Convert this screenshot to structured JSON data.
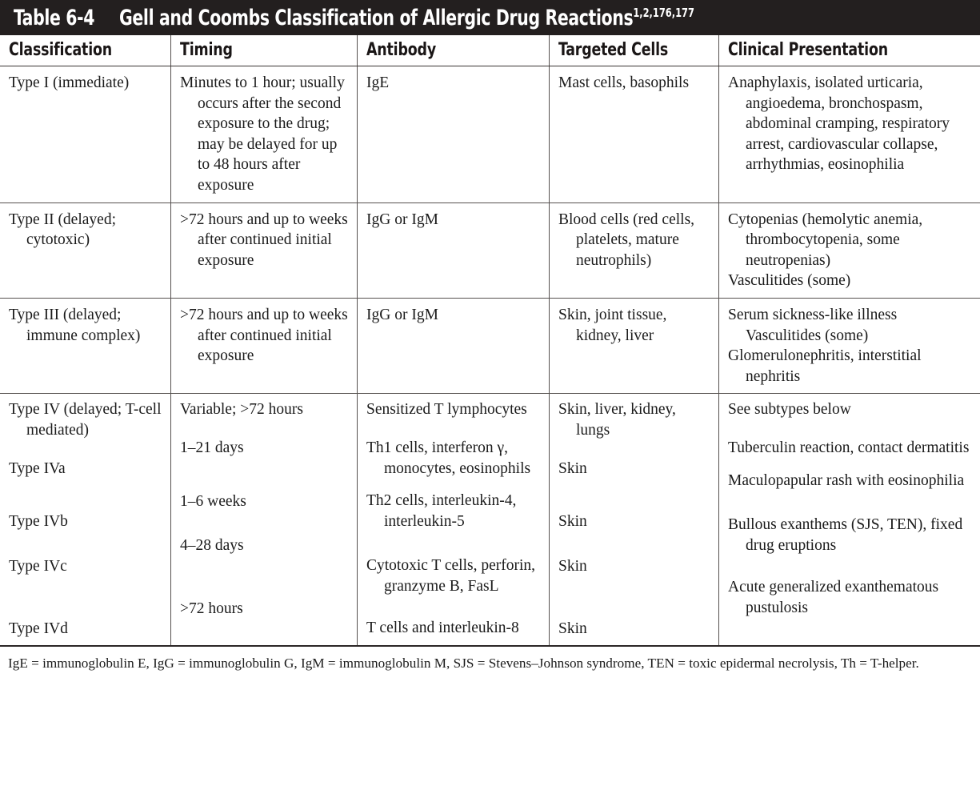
{
  "table": {
    "number_label": "Table 6-4",
    "title": "Gell and Coombs Classification of Allergic Drug Reactions",
    "title_superscript": "1,2,176,177",
    "columns": [
      "Classification",
      "Timing",
      "Antibody",
      "Targeted Cells",
      "Clinical Presentation"
    ],
    "rows": [
      {
        "classification": "Type I (immediate)",
        "timing": "Minutes to 1 hour; usually occurs after the second exposure to the drug; may be delayed for up to 48 hours after exposure",
        "antibody": "IgE",
        "targeted_cells": "Mast cells, basophils",
        "clinical_presentation": "Anaphylaxis, isolated urticaria, angioedema, bronchospasm, abdominal cramping, respiratory arrest, cardiovascular collapse, arrhythmias, eosinophilia"
      },
      {
        "classification": "Type II (delayed; cytotoxic)",
        "timing": ">72 hours and up to weeks after continued initial exposure",
        "antibody": "IgG or IgM",
        "targeted_cells": "Blood cells (red cells, platelets, mature neutrophils)",
        "clinical_presentation_1": "Cytopenias (hemolytic anemia, thrombocytopenia, some neutropenias)",
        "clinical_presentation_2": "Vasculitides (some)"
      },
      {
        "classification": "Type III (delayed; immune complex)",
        "timing": ">72 hours and up to weeks after continued initial exposure",
        "antibody": "IgG or IgM",
        "targeted_cells": "Skin, joint tissue, kidney, liver",
        "clinical_presentation_1": "Serum sickness-like illness",
        "clinical_presentation_2": "Vasculitides (some)",
        "clinical_presentation_3": "Glomerulonephritis, interstitial nephritis"
      },
      {
        "classification": "Type IV (delayed; T-cell mediated)",
        "timing": "Variable; >72 hours",
        "antibody": "Sensitized T lymphocytes",
        "targeted_cells": "Skin, liver, kidney, lungs",
        "clinical_presentation": "See subtypes below"
      },
      {
        "classification": "Type IVa",
        "timing": "1–21 days",
        "antibody": "Th1 cells, interferon γ, monocytes, eosinophils",
        "targeted_cells": "Skin",
        "clinical_presentation": "Tuberculin reaction, contact dermatitis"
      },
      {
        "classification": "Type IVb",
        "timing": "1–6 weeks",
        "antibody": "Th2 cells, interleukin-4, interleukin-5",
        "targeted_cells": "Skin",
        "clinical_presentation": "Maculopapular rash with eosinophilia"
      },
      {
        "classification": "Type IVc",
        "timing": "4–28 days",
        "antibody": "Cytotoxic T cells, perforin, granzyme B, FasL",
        "targeted_cells": "Skin",
        "clinical_presentation": "Bullous exanthems (SJS, TEN), fixed drug eruptions"
      },
      {
        "classification": "Type IVd",
        "timing": ">72 hours",
        "antibody": "T cells and interleukin-8",
        "targeted_cells": "Skin",
        "clinical_presentation": "Acute generalized exanthematous pustulosis"
      }
    ],
    "footnote": "IgE = immunoglobulin E, IgG = immunoglobulin G, IgM = immunoglobulin M, SJS = Stevens–Johnson syndrome, TEN = toxic epidermal necrolysis, Th = T-helper.",
    "colors": {
      "title_bar_background": "#231f1f",
      "title_bar_text": "#ffffff",
      "rule": "#56514f",
      "body_text": "#1b1b1b"
    }
  }
}
